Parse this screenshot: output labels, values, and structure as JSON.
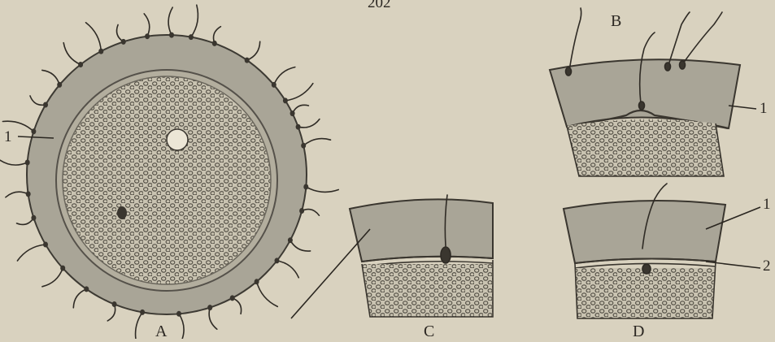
{
  "page_number": "202",
  "panels": {
    "A": {
      "label": "A",
      "callout_1": "1"
    },
    "B": {
      "label": "B",
      "callout_1": "1"
    },
    "C": {
      "label": "C"
    },
    "D": {
      "label": "D",
      "callout_1": "1",
      "callout_2": "2"
    }
  },
  "colors": {
    "paper": "#d9d2bf",
    "zona": "#a9a597",
    "ooplasm": "#b8b3a3",
    "yolk_ring": "#5b574d",
    "ink": "#2a2620"
  }
}
